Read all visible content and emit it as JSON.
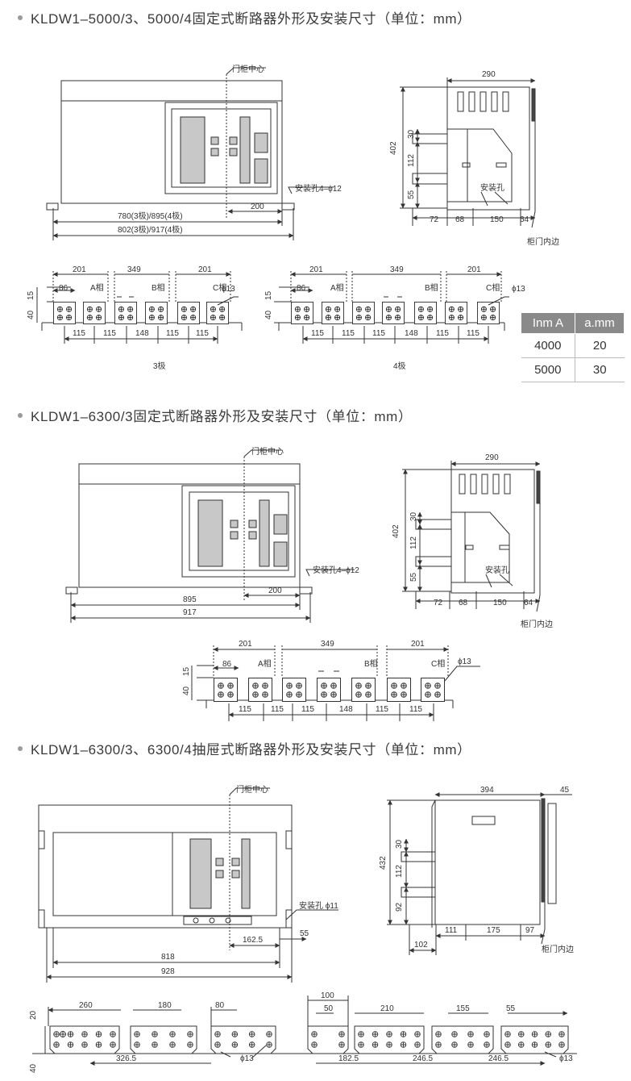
{
  "sections": [
    {
      "title": "KLDW1–5000/3、5000/4固定式断路器外形及安装尺寸（单位：mm）"
    },
    {
      "title": "KLDW1–6300/3固定式断路器外形及安装尺寸（单位：mm）"
    },
    {
      "title": "KLDW1–6300/3、6300/4抽屉式断路器外形及安装尺寸（单位：mm）"
    }
  ],
  "labels": {
    "door_center": "门柜中心",
    "door_inner_edge": "柜门内边",
    "mount_hole": "安装孔",
    "mount_hole_4x12": "安装孔4–ϕ12",
    "mount_hole_11": "安装孔 ϕ11",
    "phase_a": "A相",
    "phase_b": "B相",
    "phase_c": "C相",
    "pole3": "3极",
    "pole4": "4极",
    "phi13": "ϕ13"
  },
  "dims": {
    "s1_front": {
      "d200": "200",
      "d780": "780(3极)/895(4极)",
      "d802": "802(3极)/917(4极)"
    },
    "s2_front": {
      "d200": "200",
      "d895": "895",
      "d917": "917"
    },
    "s3_front": {
      "d1625": "162.5",
      "d55": "55",
      "d818": "818",
      "d928": "928"
    },
    "side_fixed": {
      "d290": "290",
      "d402": "402",
      "d30": "30",
      "d112": "112",
      "d55": "55",
      "d72": "72",
      "d68": "68",
      "d150": "150",
      "d64": "64"
    },
    "side_draw": {
      "d394": "394",
      "d45": "45",
      "d432": "432",
      "d30": "30",
      "d112": "112",
      "d92": "92",
      "d102": "102",
      "d111": "111",
      "d175": "175",
      "d97": "97"
    },
    "bus3": {
      "d201": "201",
      "d349": "349",
      "d86": "86",
      "d15": "15",
      "d40": "40",
      "d115": "115",
      "d148": "148"
    },
    "draw_bus": {
      "d20": "20",
      "d40": "40",
      "d260": "260",
      "d180": "180",
      "d80": "80",
      "d100": "100",
      "d50": "50",
      "d210": "210",
      "d155": "155",
      "d55": "55",
      "d3265": "326.5",
      "d1825": "182.5",
      "d2465": "246.5"
    }
  },
  "current_table": {
    "headers": [
      "Inm A",
      "a.mm"
    ],
    "rows": [
      [
        "4000",
        "20"
      ],
      [
        "5000",
        "30"
      ]
    ]
  },
  "colors": {
    "line": "#333333",
    "panel_fill": "#c8c8c8",
    "table_header": "#8a8a8a"
  }
}
